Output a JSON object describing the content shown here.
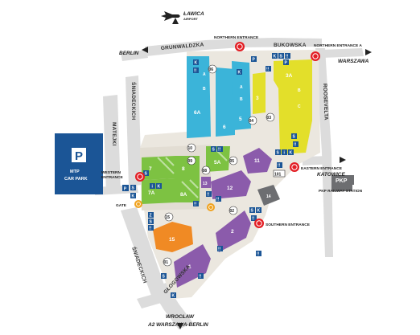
{
  "map": {
    "streets": {
      "grunwaldzka": "GRUNWALDZKA",
      "bukowska": "BUKOWSKA",
      "sniadeckich_top": "ŚNIADECKICH",
      "matejki": "MATEJKI",
      "sniadeckich_bottom": "ŚNIADECKICH",
      "glogowska": "GŁOGOWSKA",
      "roosevelta": "ROOSEVELTA"
    },
    "directions": {
      "berlin": "BERLIN",
      "warszawa": "WARSZAWA",
      "katowice": "KATOWICE",
      "wroclaw": "WROCŁAW",
      "highway": "A2 WARSZAWA-BERLIN",
      "lawica": "ŁAWICA",
      "airport": "AIRPORT"
    },
    "entrances": {
      "northern": "NORTHERN ENTRANCE",
      "northern_a_line1": "NORTHERN ENTRANCE A",
      "western_line1": "WESTERN",
      "western_line2": "ENTRANCE",
      "gate": "GATE",
      "eastern": "EASTERN ENTRANCE",
      "southern": "SOUTHERN ENTRANCE"
    },
    "parking": {
      "symbol": "P",
      "line1": "MTP",
      "line2": "CAR PARK"
    },
    "station": {
      "badge": "PKP",
      "label": "PKP RAILWAY STATION"
    },
    "halls": {
      "h6a": "6A",
      "h6": "6",
      "h5": "5",
      "h3": "3",
      "h3a": "3A",
      "h7": "7",
      "h8": "8",
      "h7a": "7A",
      "h8a": "8A",
      "h5a": "5A",
      "h11": "11",
      "h12": "12",
      "h13": "13",
      "h2": "2",
      "h1": "1",
      "h15": "15"
    },
    "buildings": [
      "06",
      "04",
      "03",
      "10",
      "09",
      "05",
      "08",
      "02",
      "01",
      "14",
      "101",
      "15"
    ],
    "symbols": {
      "info": "i",
      "kiosk": "K",
      "restroom": "!!",
      "stairs": "S",
      "elevator": "Z",
      "parking": "P"
    },
    "colors": {
      "blue_halls": "#3bb4d9",
      "yellow_halls": "#e3df2a",
      "green_halls": "#7dc242",
      "purple_halls": "#8b5bab",
      "orange_hall": "#f08a24",
      "parking_blue": "#1b5596",
      "pkp_gray": "#6d6e71",
      "roads": "#d9d9d9",
      "pedestrian": "#ece8e0",
      "entrance_red": "#e31e24"
    }
  }
}
